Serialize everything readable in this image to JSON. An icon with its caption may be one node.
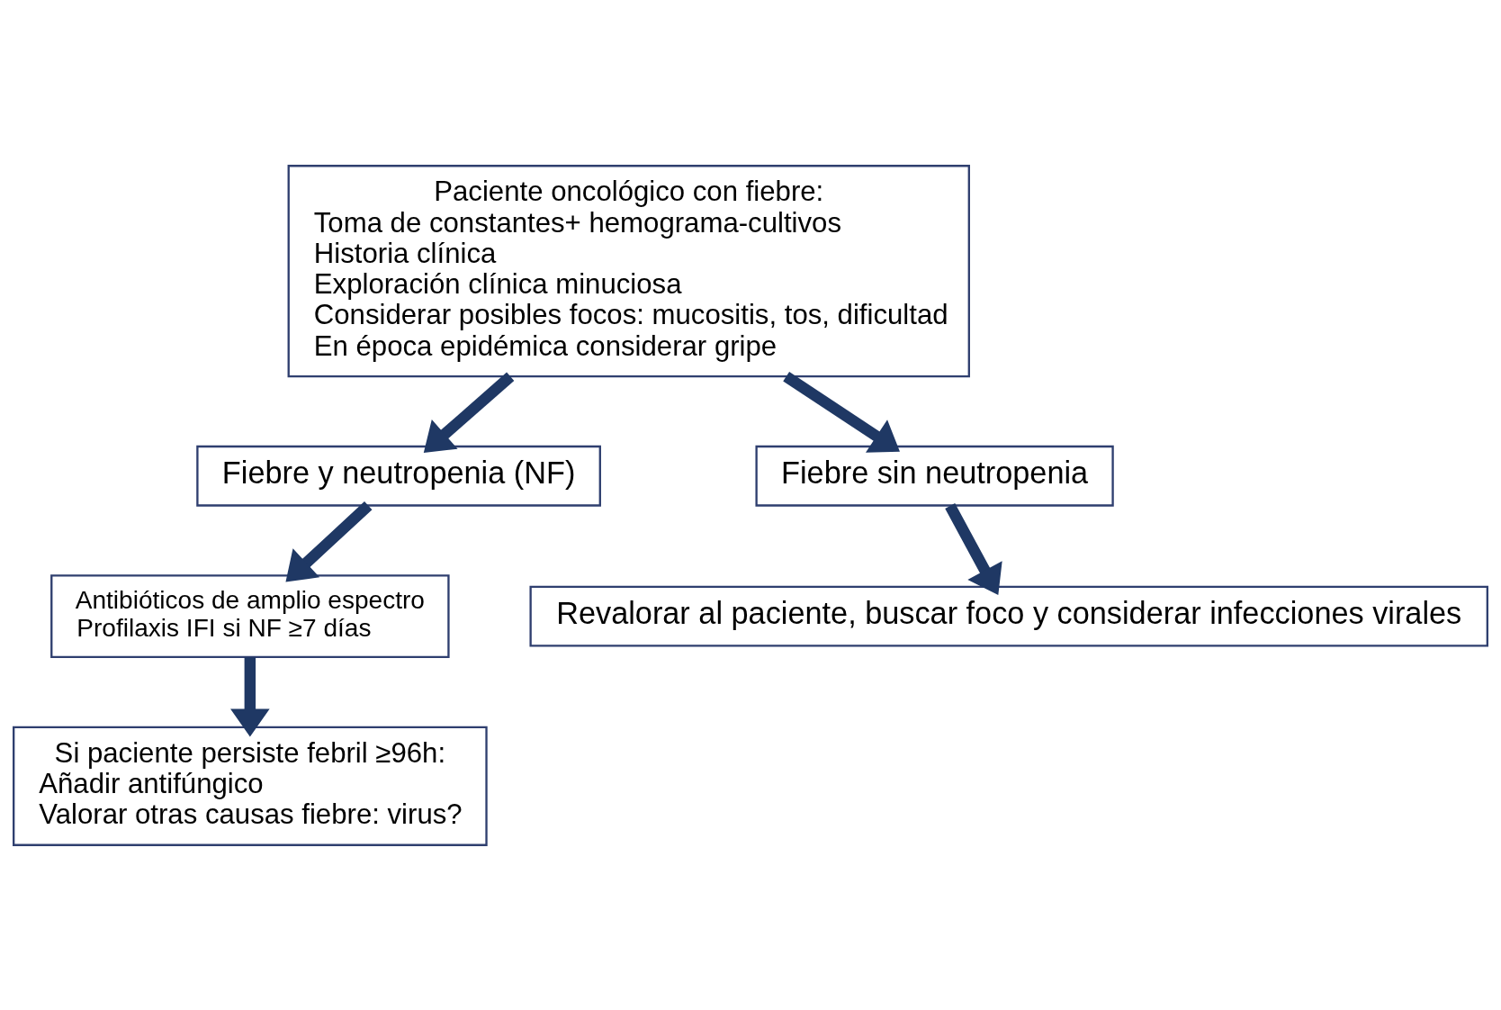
{
  "diagram": {
    "nodes": [
      {
        "text": [
          "Paciente oncológico con fiebre:",
          "Toma de constantes+ hemograma-cultivos",
          "Historia clínica",
          "Exploración clínica minuciosa",
          "Considerar posibles focos: mucositis, tos, dificultad",
          "En época epidémica considerar gripe"
        ]
      },
      {
        "text": [
          "Fiebre y neutropenia (NF)"
        ]
      },
      {
        "text": [
          "Fiebre sin neutropenia"
        ]
      },
      {
        "text": [
          "Antibióticos de amplio espectro",
          "Profilaxis IFI si NF ≥7 días"
        ]
      },
      {
        "text": [
          "Revalorar al paciente, buscar foco y considerar infecciones virales"
        ]
      },
      {
        "text": [
          "Si paciente persiste febril ≥96h:",
          "Añadir antifúngico",
          "Valorar otras causas fiebre: virus?"
        ]
      }
    ],
    "edges": [
      {
        "from": 0,
        "to": 1,
        "arrow": "to"
      },
      {
        "from": 0,
        "to": 2,
        "arrow": "to"
      },
      {
        "from": 1,
        "to": 3,
        "arrow": "to"
      },
      {
        "from": 2,
        "to": 4,
        "arrow": "to"
      },
      {
        "from": 3,
        "to": 5,
        "arrow": "to"
      }
    ]
  }
}
